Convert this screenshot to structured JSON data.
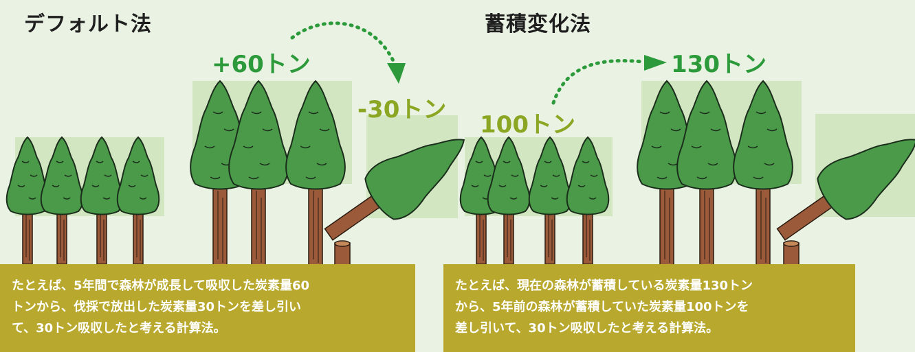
{
  "left": {
    "title": "デフォルト法",
    "growth_label": "+60トン",
    "harvest_label": "-30トン",
    "caption": "たとえば、5年間で森林が成長して吸収した炭素量60\nトンから、伐採で放出した炭素量30トンを差し引い\nて、30トン吸収したと考える計算法。"
  },
  "right": {
    "title": "蓄積変化法",
    "before_label": "100トン",
    "after_label": "130トン",
    "caption": "たとえば、現在の森林が蓄積している炭素量130トン\nから、5年前の森林が蓄積していた炭素量100トンを\n差し引いて、30トン吸収したと考える計算法。"
  },
  "colors": {
    "background": "#eaf3e3",
    "growth_green": "#2c9a3a",
    "harvest_olive": "#8aa622",
    "ground": "#b8a82e",
    "foliage": "#4a9a4a",
    "trunk": "#9b5b3a",
    "highlight_box": "#d2e6c2"
  }
}
